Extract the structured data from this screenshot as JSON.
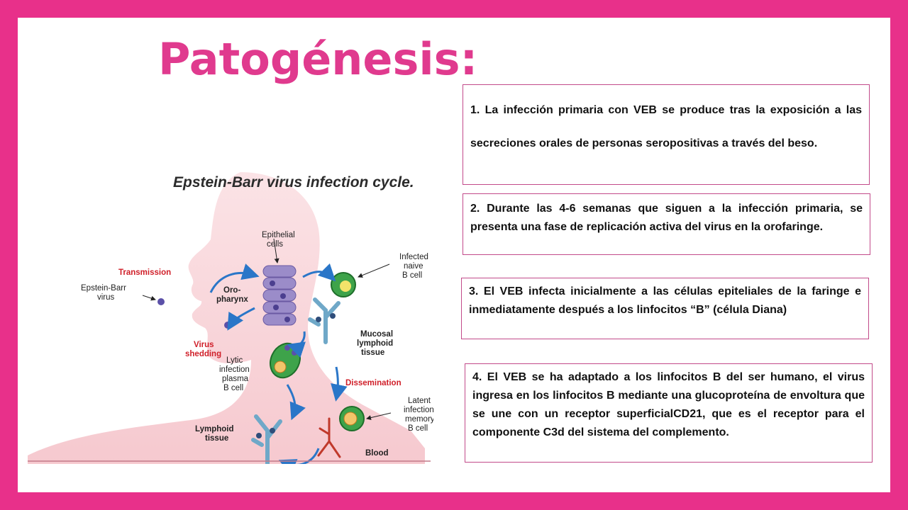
{
  "slide": {
    "title": "Patogénesis:",
    "colors": {
      "border": "#e8308a",
      "title": "#e03a8e",
      "box_border": "#c24a8a"
    }
  },
  "boxes": [
    {
      "text": "1. La infección primaria con VEB se produce tras la exposición a las secreciones orales de personas seropositivas a través del beso."
    },
    {
      "text": "2. Durante las 4-6 semanas que siguen a la infección primaria, se presenta una fase de replicación activa del virus en la orofaringe."
    },
    {
      "text": "3. El VEB infecta inicialmente a las  células epiteliales de la faringe e inmediatamente después a los linfocitos “B” (célula Diana)"
    },
    {
      "text": "4. El VEB se ha adaptado a los linfocitos B del ser humano, el virus ingresa en los linfocitos B mediante una glucoproteína de envoltura que se une con un receptor superficialCD21, que es el receptor para el componente C3d del sistema del complemento."
    }
  ],
  "diagram": {
    "title": "Epstein-Barr virus infection cycle.",
    "labels": {
      "epithelial_1": "Epithelial",
      "epithelial_2": "cells",
      "infected_1": "Infected",
      "infected_2": "naive",
      "infected_3": "B cell",
      "transmission": "Transmission",
      "ebv_1": "Epstein-Barr",
      "ebv_2": "virus",
      "oro_1": "Oro-",
      "oro_2": "pharynx",
      "mucosal_1": "Mucosal",
      "mucosal_2": "lymphoid",
      "mucosal_3": "tissue",
      "shedding_1": "Virus",
      "shedding_2": "shedding",
      "lytic_1": "Lytic",
      "lytic_2": "infection",
      "lytic_3": "plasma",
      "lytic_4": "B cell",
      "dissemination": "Dissemination",
      "latent_1": "Latent",
      "latent_2": "infection",
      "latent_3": "memory",
      "latent_4": "B cell",
      "lymphoid_1": "Lymphoid",
      "lymphoid_2": "tissue",
      "blood": "Blood"
    }
  }
}
